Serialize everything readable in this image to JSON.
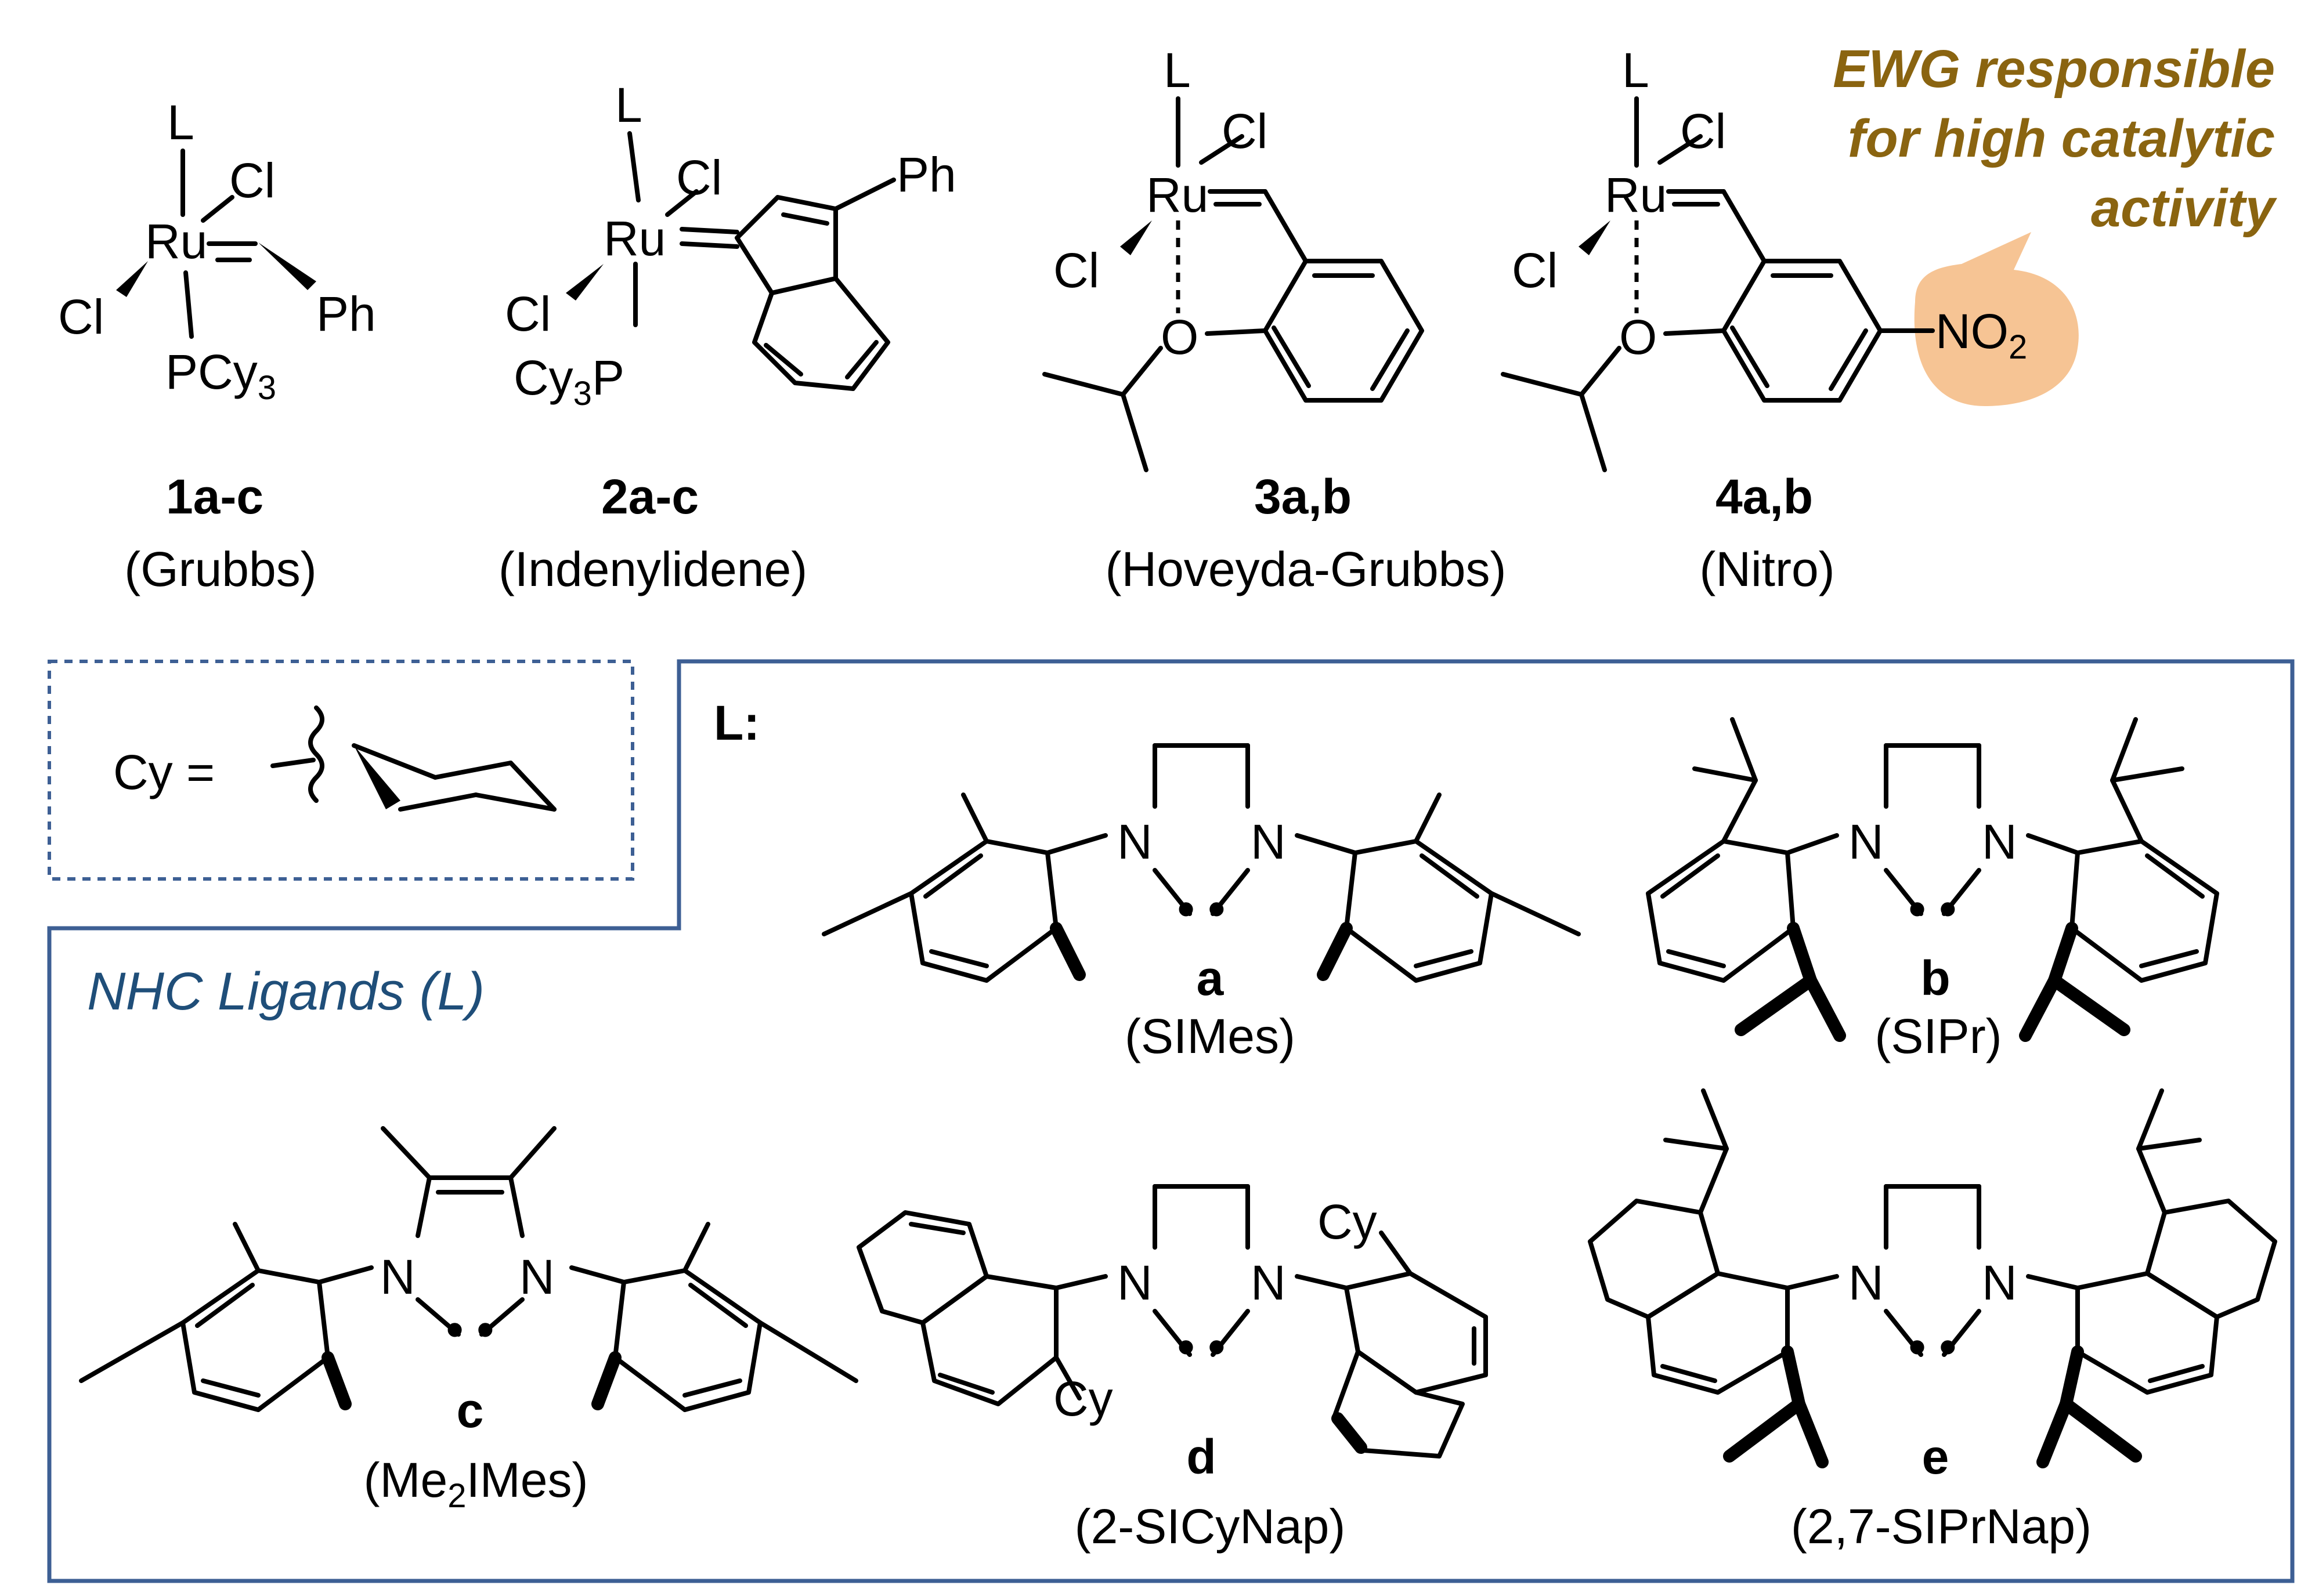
{
  "catalysts": [
    {
      "id": "1a-c",
      "name": "(Grubbs)"
    },
    {
      "id": "2a-c",
      "name": "(Indenylidene)"
    },
    {
      "id": "3a,b",
      "name": "(Hoveyda-Grubbs)"
    },
    {
      "id": "4a,b",
      "name": "(Nitro)"
    }
  ],
  "atoms": {
    "L": "L",
    "Cl": "Cl",
    "Ru": "Ru",
    "Ph": "Ph",
    "O": "O",
    "N": "N",
    "P": "P",
    "PCy": "PCy",
    "Cy": "Cy",
    "three": "3",
    "NO": "NO",
    "two": "2",
    "Cy3": "Cy",
    "threeB": "3",
    "Pafter": "P"
  },
  "callout": {
    "lines": [
      "EWG responsible",
      "for high catalytic",
      "activity"
    ],
    "fill": "#f6c494",
    "text_color": "#8a6410"
  },
  "cy_box": {
    "label": "Cy ="
  },
  "ligand_panel": {
    "title": "NHC Ligands (L)",
    "header": "L:",
    "border_color": "#3d5f94",
    "ligands": [
      {
        "letter": "a",
        "name": "(SIMes)"
      },
      {
        "letter": "b",
        "name": "(SIPr)"
      },
      {
        "letter": "c",
        "name_pre": "(Me",
        "name_sub": "2",
        "name_post": "IMes)"
      },
      {
        "letter": "d",
        "name": "(2-SICyNap)"
      },
      {
        "letter": "e",
        "name": "(2,7-SIPrNap)"
      }
    ]
  },
  "carbene_dots": "• •"
}
